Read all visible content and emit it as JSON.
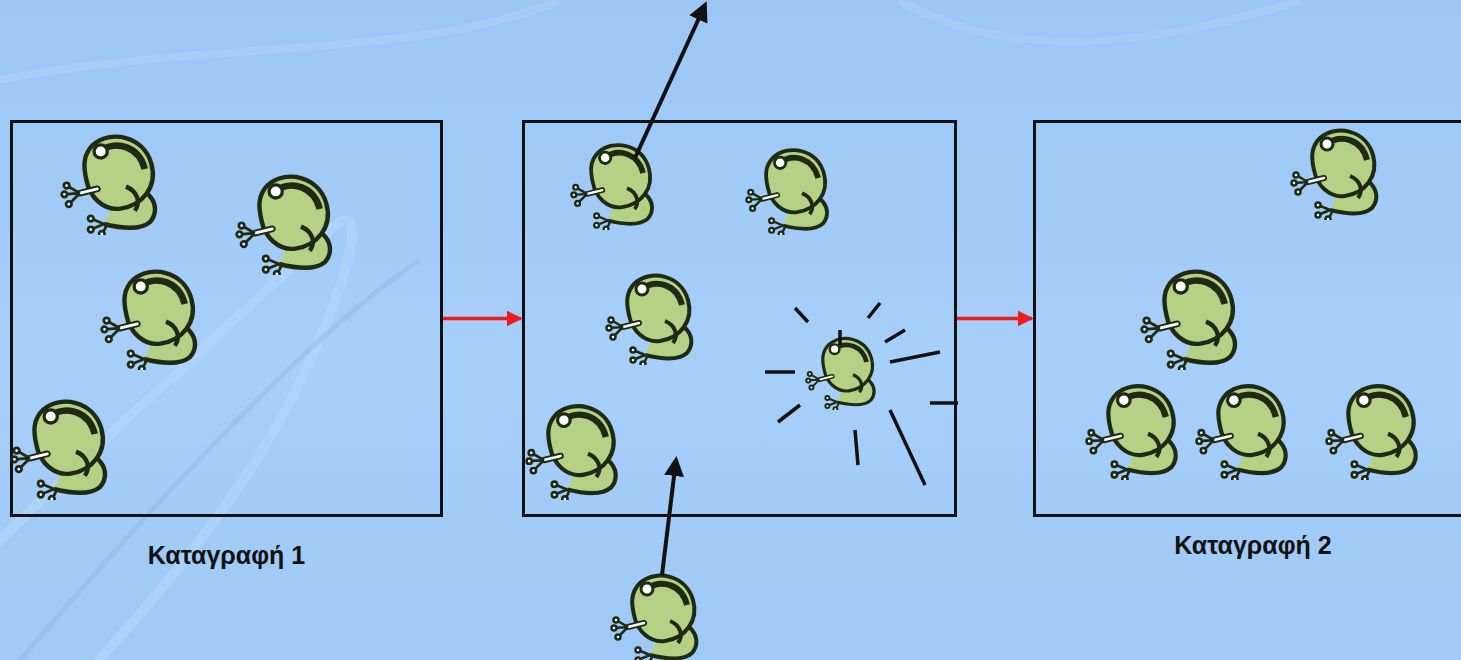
{
  "diagram": {
    "nodes": [
      {
        "text": [
          "Καταγραφή 1"
        ]
      },
      {
        "text": []
      },
      {
        "text": [
          "Καταγραφή 2"
        ]
      }
    ],
    "edges": [
      {
        "from": 0,
        "to": 1,
        "arrow": "to"
      },
      {
        "from": 1,
        "to": 2,
        "arrow": "to"
      }
    ]
  }
}
